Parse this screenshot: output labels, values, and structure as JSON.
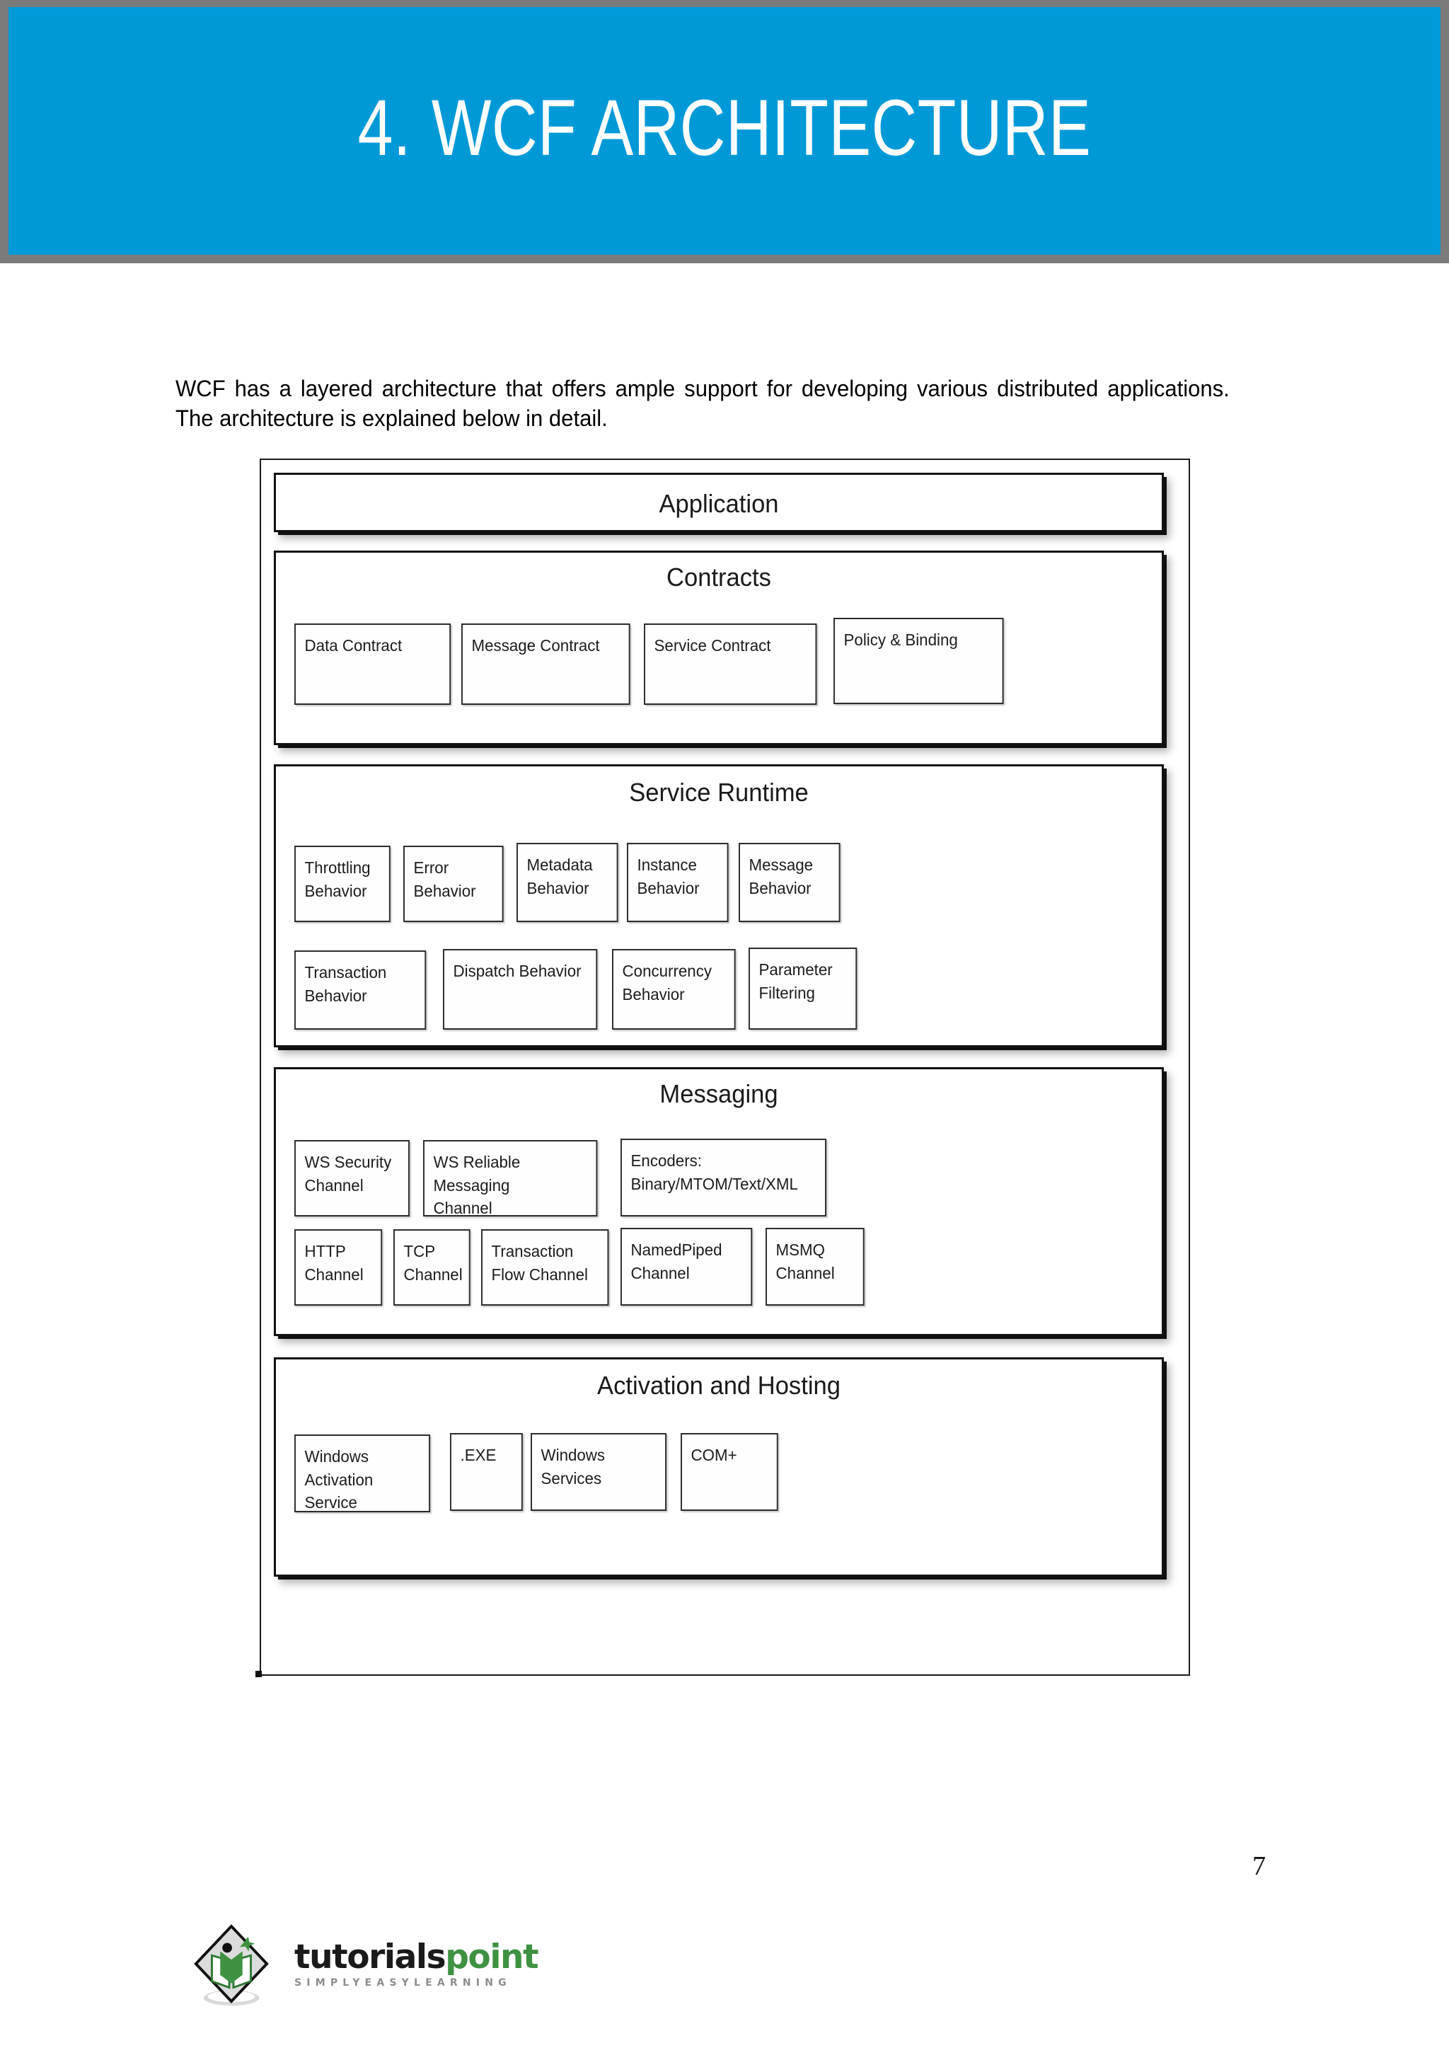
{
  "page": {
    "header": {
      "chapter_number": "4.",
      "title": "WCF ARCHITECTURE",
      "band_color": "#0099d8",
      "border_color": "#7b7b7b",
      "title_color": "#ffffff"
    },
    "intro_paragraph": "WCF has a layered architecture that offers ample support for developing various distributed applications. The architecture is explained below in detail.",
    "page_number": "7",
    "footer": {
      "logo_word_1": "tutorials",
      "logo_word_2": "point",
      "logo_tagline": "SIMPLYEASYLEARNING",
      "logo_color_black": "#1a1a1a",
      "logo_color_green": "#3f9142"
    }
  },
  "diagram": {
    "name": "wcf-layered-architecture",
    "layers": [
      {
        "id": "application",
        "title": "Application",
        "cells": []
      },
      {
        "id": "contracts",
        "title": "Contracts",
        "cells": [
          {
            "line1": "Data Contract",
            "line2": ""
          },
          {
            "line1": "Message  Contract",
            "line2": ""
          },
          {
            "line1": "Service  Contract",
            "line2": ""
          },
          {
            "line1": "Policy & Binding",
            "line2": ""
          }
        ]
      },
      {
        "id": "service-runtime",
        "title": "Service Runtime",
        "cells": [
          {
            "line1": "Throttling",
            "line2": "Behavior"
          },
          {
            "line1": "Error",
            "line2": "Behavior"
          },
          {
            "line1": "Metadata",
            "line2": "Behavior"
          },
          {
            "line1": "Instance",
            "line2": "Behavior"
          },
          {
            "line1": "Message",
            "line2": "Behavior"
          },
          {
            "line1": "Transaction",
            "line2": "Behavior"
          },
          {
            "line1": "Dispatch Behavior",
            "line2": ""
          },
          {
            "line1": "Concurrency",
            "line2": "Behavior"
          },
          {
            "line1": "Parameter",
            "line2": "Filtering"
          }
        ]
      },
      {
        "id": "messaging",
        "title": "Messaging",
        "cells": [
          {
            "line1": "WS Security",
            "line2": "Channel"
          },
          {
            "line1": "WS Reliable Messaging",
            "line2": "Channel"
          },
          {
            "line1": "Encoders:",
            "line2": "Binary/MTOM/Text/XML"
          },
          {
            "line1": "HTTP",
            "line2": "Channel"
          },
          {
            "line1": "TCP",
            "line2": "Channel"
          },
          {
            "line1": "Transaction",
            "line2": "Flow Channel"
          },
          {
            "line1": "NamedPiped",
            "line2": "Channel"
          },
          {
            "line1": "MSMQ",
            "line2": "Channel"
          }
        ]
      },
      {
        "id": "activation-and-hosting",
        "title": "Activation and Hosting",
        "cells": [
          {
            "line1": "Windows",
            "line2": "Activation Service"
          },
          {
            "line1": ".EXE",
            "line2": ""
          },
          {
            "line1": "Windows Services",
            "line2": ""
          },
          {
            "line1": "COM+",
            "line2": ""
          }
        ]
      }
    ]
  }
}
